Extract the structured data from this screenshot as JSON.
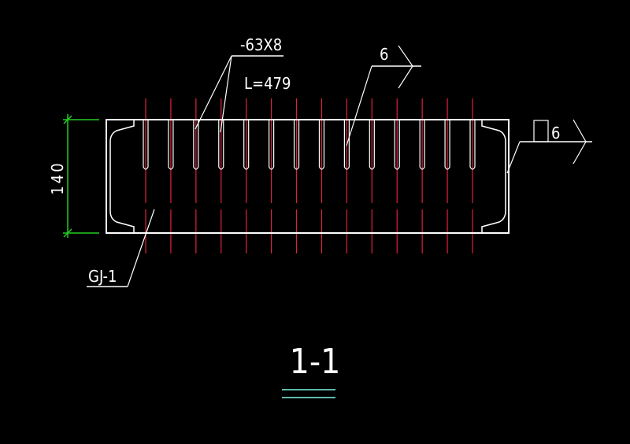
{
  "labels": {
    "plate_spec": "-63X8",
    "plate_length": "L=479",
    "weld_size_top": "6",
    "weld_size_right": "6",
    "dimension_height": "140",
    "member_mark": "GJ-1",
    "section_title": "1-1"
  },
  "plates": {
    "count": 14
  },
  "colors": {
    "background": "#000000",
    "geometry": "#ffffff",
    "centerline": "#e0203a",
    "dimension": "#22cc22",
    "title_underline": "#5fb8a8"
  }
}
